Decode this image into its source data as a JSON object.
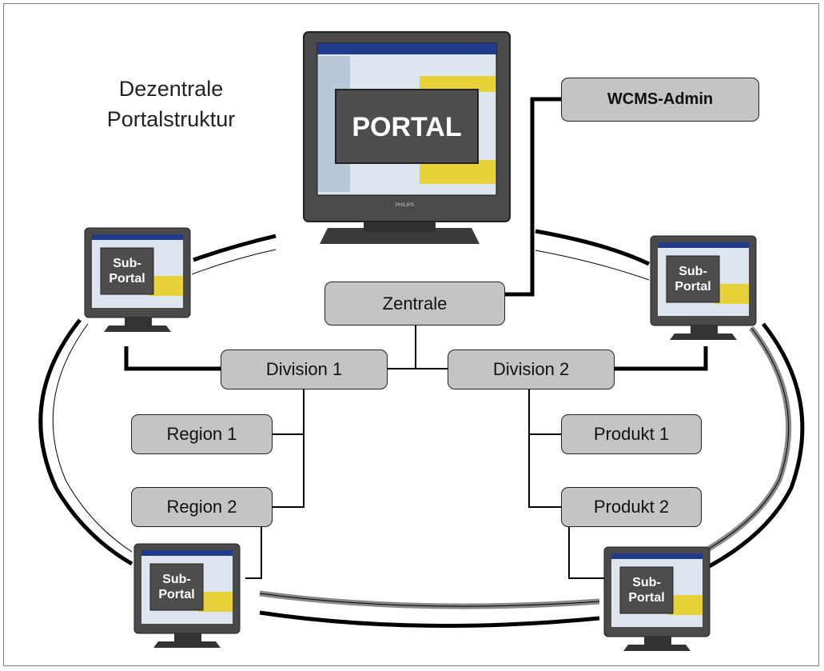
{
  "title": {
    "line1": "Dezentrale",
    "line2": "Portalstruktur"
  },
  "main_monitor": {
    "label": "PORTAL"
  },
  "subportal": {
    "line1": "Sub-",
    "line2": "Portal"
  },
  "nodes": {
    "wcms_admin": "WCMS-Admin",
    "zentrale": "Zentrale",
    "division1": "Division 1",
    "division2": "Division 2",
    "region1": "Region 1",
    "region2": "Region 2",
    "produkt1": "Produkt 1",
    "produkt2": "Produkt 2"
  }
}
